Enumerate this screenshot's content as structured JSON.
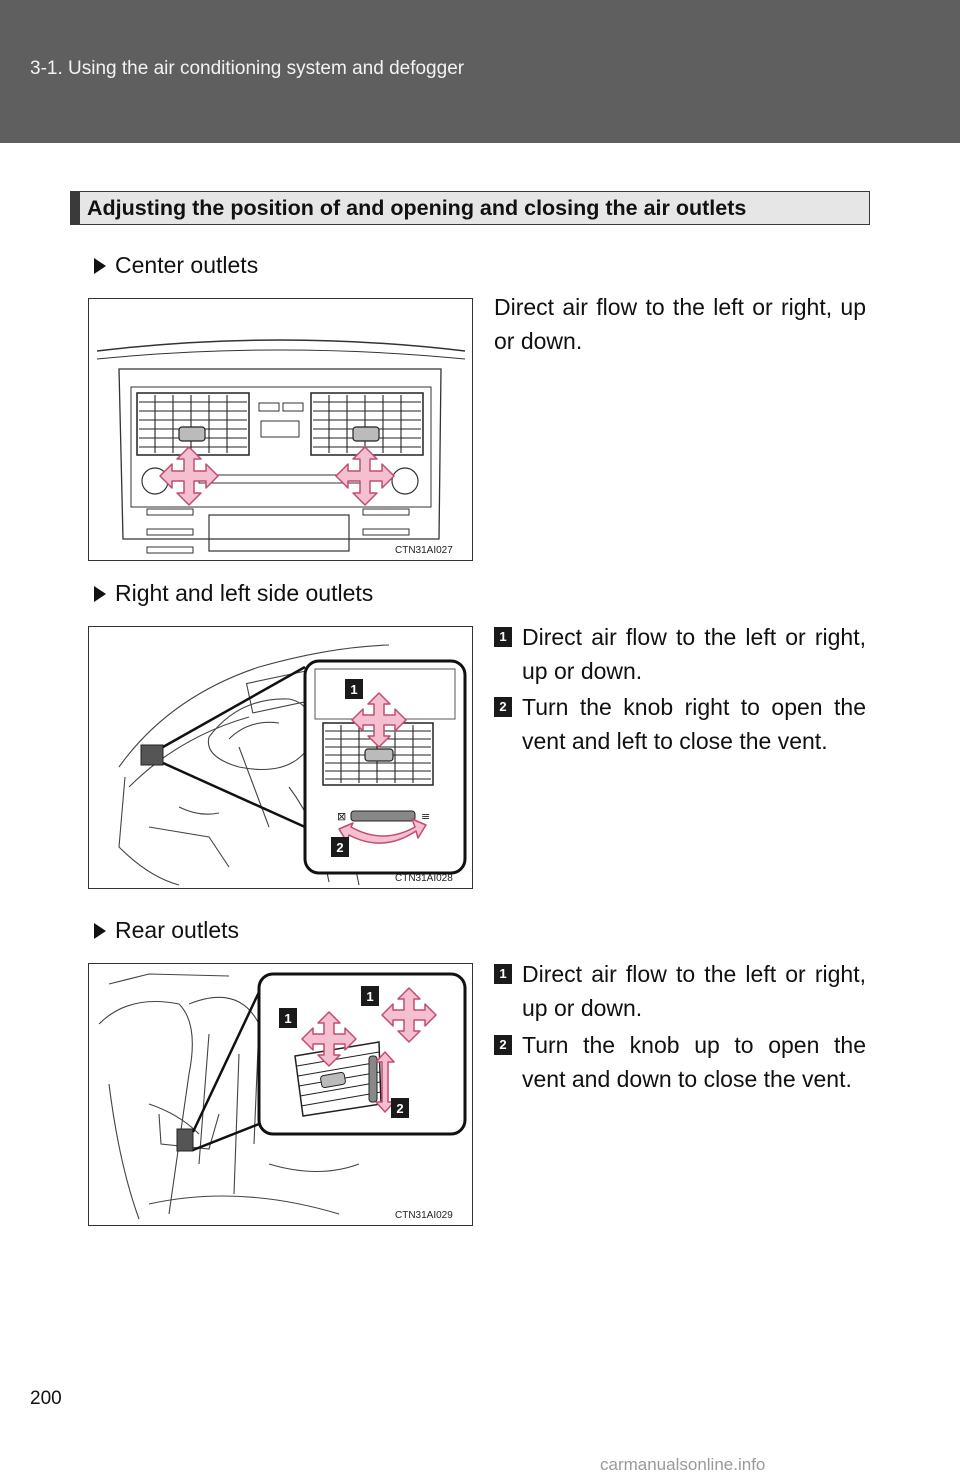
{
  "header": {
    "title": "3-1. Using the air conditioning system and defogger"
  },
  "section": {
    "heading": "Adjusting the position of and opening and closing the air outlets"
  },
  "center": {
    "title": "Center outlets",
    "description": "Direct air flow to the left or right, up or down.",
    "figure_code": "CTN31AI027"
  },
  "side": {
    "title": "Right and left side outlets",
    "figure_code": "CTN31AI028",
    "items": [
      {
        "num": "1",
        "text": "Direct air flow to the left or right, up or down."
      },
      {
        "num": "2",
        "text": "Turn the knob right to open the vent and left to close the vent."
      }
    ]
  },
  "rear": {
    "title": "Rear outlets",
    "figure_code": "CTN31AI029",
    "items": [
      {
        "num": "1",
        "text": "Direct air flow to the left or right, up or down."
      },
      {
        "num": "2",
        "text": "Turn the knob up to open the vent and down to close the vent."
      }
    ]
  },
  "colors": {
    "header_bg": "#5f5f5f",
    "arrow_fill": "#f4c0cf",
    "arrow_stroke": "#d05a7a"
  },
  "page": {
    "number": "200"
  },
  "watermark": "carmanualsonline.info"
}
